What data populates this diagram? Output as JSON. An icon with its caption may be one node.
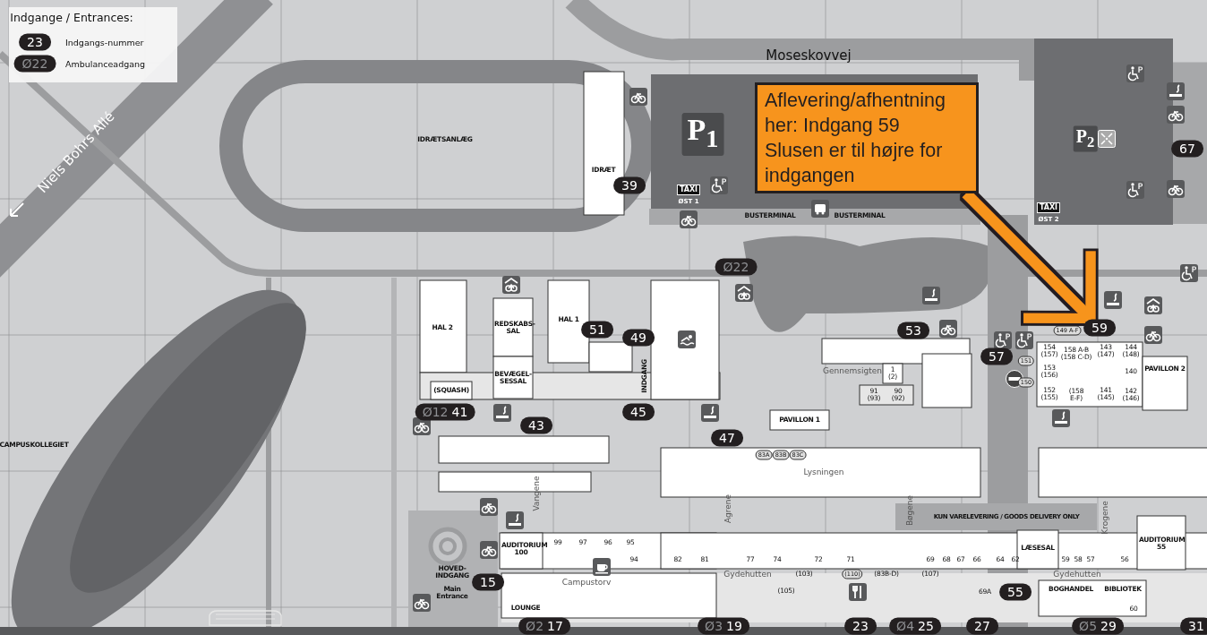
{
  "diagram": {
    "nodes": [
      {
        "text": [
          "Aflevering/afhentning her: Indgang 59",
          "Slusen er til højre for indgangen"
        ]
      },
      {
        "text": [
          "23"
        ]
      },
      {
        "text": [
          "Ø22"
        ]
      },
      {
        "text": [
          "39"
        ]
      },
      {
        "text": [
          "67"
        ]
      },
      {
        "text": [
          "Ø22"
        ]
      },
      {
        "text": [
          "51"
        ]
      },
      {
        "text": [
          "49"
        ]
      },
      {
        "text": [
          "53"
        ]
      },
      {
        "text": [
          "59"
        ]
      },
      {
        "text": [
          "57"
        ]
      },
      {
        "text": [
          "Ø12",
          "41"
        ]
      },
      {
        "text": [
          "45"
        ]
      },
      {
        "text": [
          "43"
        ]
      },
      {
        "text": [
          "47"
        ]
      },
      {
        "text": [
          "15"
        ]
      },
      {
        "text": [
          "55"
        ]
      },
      {
        "text": [
          "Ø2",
          "17"
        ]
      },
      {
        "text": [
          "Ø3",
          "19"
        ]
      },
      {
        "text": [
          "23"
        ]
      },
      {
        "text": [
          "Ø4",
          "25"
        ]
      },
      {
        "text": [
          "27"
        ]
      },
      {
        "text": [
          "Ø5",
          "29"
        ]
      },
      {
        "text": [
          "31"
        ]
      }
    ],
    "edges": [
      {
        "from": 0,
        "to": 9,
        "arrow": "to"
      }
    ],
    "labels": [
      "Indgange / Entrances:",
      "Moseskovvej",
      "Niels Bohrs Allé",
      "IDRÆTSANLÆG",
      "P$_{1}$",
      "IDRÆT",
      "TAXI",
      "ØST 1",
      "BUSTERMINAL",
      "BUSTERMINAL",
      "P$_{2}$",
      "TAXI",
      "ØST 2",
      "HAL 2",
      "REDSKABS-SAL",
      "HAL 1",
      "INDGANG",
      "BEVÆGEL-SESSAL",
      "(SQUASH)",
      "149 A-F",
      "154 (157)",
      "158 A-B (158 C-D)",
      "143 (147)",
      "144 (148)",
      "151",
      "Gennemsigten",
      "1 (2)",
      "153 (156)",
      "140",
      "PAVILLON 2",
      "150",
      "91 (93)",
      "90 (92)",
      "152 (155)",
      "(158 E-F)",
      "141 (145)",
      "142 (146)",
      "PAVILLON 1",
      "CAMPUSKOLLEGIET",
      "83A",
      "83B",
      "83C",
      "Lysningen",
      "Vangene",
      "Agrene",
      "Bøgene",
      "KUN VARELEVERING / GOODS DELIVERY ONLY",
      "Krogene",
      "AUDITORIUM 100",
      "99",
      "97",
      "96",
      "95",
      "LÆSESAL",
      "AUDITORIUM 55",
      "94",
      "82",
      "81",
      "77",
      "74",
      "72",
      "71",
      "69",
      "68",
      "67",
      "66",
      "64",
      "62",
      "59",
      "58",
      "57",
      "56",
      "HOVED-INDGANG",
      "Campustorv",
      "Gydehutten",
      "(103)",
      "(110)",
      "(83B-D)",
      "(107)",
      "Gydehutten",
      "Main Entrance",
      "(105)",
      "69A",
      "BOGHANDEL",
      "BIBLIOTEK",
      "LOUNGE",
      "60"
    ],
    "legend": [
      {
        "text": "Indgangs-nummer"
      },
      {
        "text": "Ambulanceadgang"
      }
    ]
  }
}
